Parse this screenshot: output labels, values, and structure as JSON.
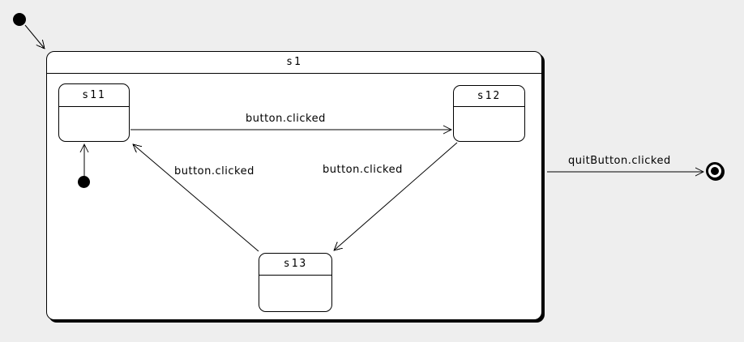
{
  "diagram": {
    "type": "statechart",
    "colors": {
      "background": "#eeeeee",
      "state_fill": "#ffffff",
      "stroke": "#000000"
    },
    "composite_state": {
      "label": "s1"
    },
    "states": [
      {
        "label": "s11"
      },
      {
        "label": "s12"
      },
      {
        "label": "s13"
      }
    ],
    "pseudostates": [
      {
        "kind": "initial",
        "name": "outer-initial"
      },
      {
        "kind": "initial",
        "name": "s1-region-initial"
      },
      {
        "kind": "final",
        "name": "final-state"
      }
    ],
    "transitions": [
      {
        "from": "outer-initial",
        "to": "s1",
        "label": ""
      },
      {
        "from": "s1-region-initial",
        "to": "s11",
        "label": ""
      },
      {
        "from": "s11",
        "to": "s12",
        "label": "button.clicked"
      },
      {
        "from": "s12",
        "to": "s13",
        "label": "button.clicked"
      },
      {
        "from": "s13",
        "to": "s11",
        "label": "button.clicked"
      },
      {
        "from": "s1",
        "to": "final-state",
        "label": "quitButton.clicked"
      }
    ]
  }
}
